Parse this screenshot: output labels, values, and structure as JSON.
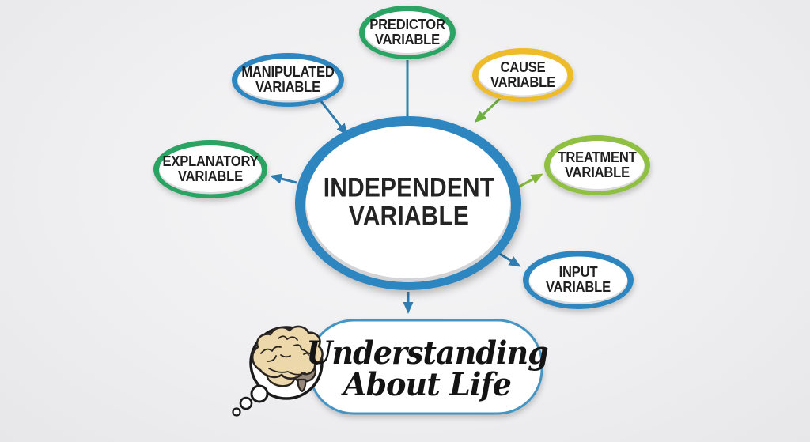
{
  "diagram": {
    "title_concept": "INDEPENDENT\nVARIABLE",
    "center": {
      "id": "independent",
      "label": "INDEPENDENT\nVARIABLE",
      "border_color": "#2e86c1"
    },
    "nodes": [
      {
        "id": "predictor",
        "label": "PREDICTOR\nVARIABLE",
        "border_color": "#2ba364"
      },
      {
        "id": "manipulated",
        "label": "MANIPULATED\nVARIABLE",
        "border_color": "#2e86c1"
      },
      {
        "id": "cause",
        "label": "CAUSE\nVARIABLE",
        "border_color": "#eebc2a"
      },
      {
        "id": "explanatory",
        "label": "EXPLANATORY\nVARIABLE",
        "border_color": "#2ba364"
      },
      {
        "id": "treatment",
        "label": "TREATMENT\nVARIABLE",
        "border_color": "#8fc043"
      },
      {
        "id": "input",
        "label": "INPUT\nVARIABLE",
        "border_color": "#2e86c1"
      }
    ],
    "connectors": [
      {
        "from": "predictor",
        "to": "independent",
        "style": "line",
        "color": "#2b86a8"
      },
      {
        "from": "manipulated",
        "to": "independent",
        "style": "arrow",
        "color": "#2e7cb2"
      },
      {
        "from": "cause",
        "to": "independent",
        "style": "arrow",
        "color": "#6fb13f"
      },
      {
        "from": "independent",
        "to": "explanatory",
        "style": "arrow",
        "color": "#2e7cb2"
      },
      {
        "from": "independent",
        "to": "treatment",
        "style": "arrow",
        "color": "#86b83e"
      },
      {
        "from": "independent",
        "to": "input",
        "style": "arrow",
        "color": "#2e7cb2"
      },
      {
        "from": "independent",
        "to": "brand-bubble",
        "style": "arrow",
        "color": "#2e7cb2"
      }
    ],
    "footer": {
      "brand": "Understanding\nAbout Life",
      "icon": "brain-in-thought-bubble",
      "bubble_border_color": "#4495c4"
    },
    "colors": {
      "background": "#f0f0f2",
      "text": "#1f1f1f",
      "blue": "#2e86c1",
      "green": "#2ba364",
      "gold": "#eebc2a",
      "yellow_green": "#8fc043"
    }
  }
}
